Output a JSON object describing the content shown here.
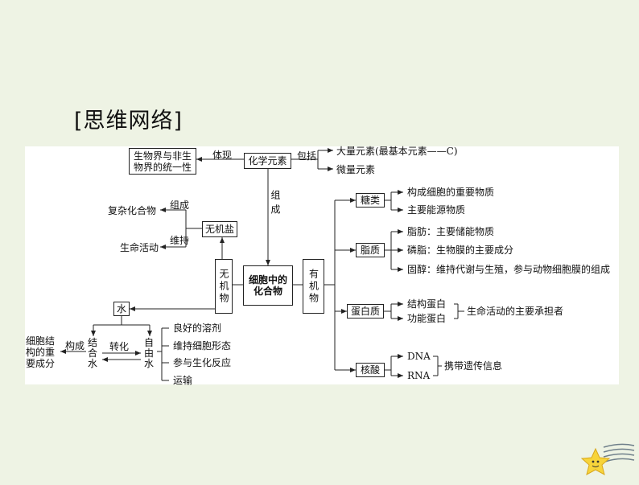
{
  "heading": "[思维网络]",
  "nodes": {
    "unity_box": "生物界与非生物界的统一性",
    "chem_elements": "化学元素",
    "inorganic_salt": "无机盐",
    "water": "水",
    "inorganic": "无机物",
    "center": "细胞中的化合物",
    "organic": "有机物",
    "sugar": "糖类",
    "lipid": "脂质",
    "protein": "蛋白质",
    "nucleic": "核酸"
  },
  "labels": {
    "embody": "体现",
    "include": "包括",
    "major_elements": "大量元素(最基本元素——C)",
    "trace_elements": "微量元素",
    "compose_vertical": "组成",
    "complex_compound": "复杂化合物",
    "compose": "组成",
    "life_activity": "生命活动",
    "maintain": "维持",
    "bound_water_role": "细胞结构的重要成分",
    "constitute": "构成",
    "convert": "转化",
    "bound_water": "结合水",
    "free_water": "自由水",
    "free_water_roles": [
      "良好的溶剂",
      "维持细胞形态",
      "参与生化反应",
      "运输"
    ],
    "sugar_roles": [
      "构成细胞的重要物质",
      "主要能源物质"
    ],
    "lipid_roles": [
      "脂肪：主要储能物质",
      "磷脂：生物膜的主要成分",
      "固醇：维持代谢与生殖，参与动物细胞膜的组成"
    ],
    "protein_types": [
      "结构蛋白",
      "功能蛋白"
    ],
    "protein_role": "生命活动的主要承担者",
    "nucleic_types": [
      "DNA",
      "RNA"
    ],
    "nucleic_role": "携带遗传信息"
  }
}
